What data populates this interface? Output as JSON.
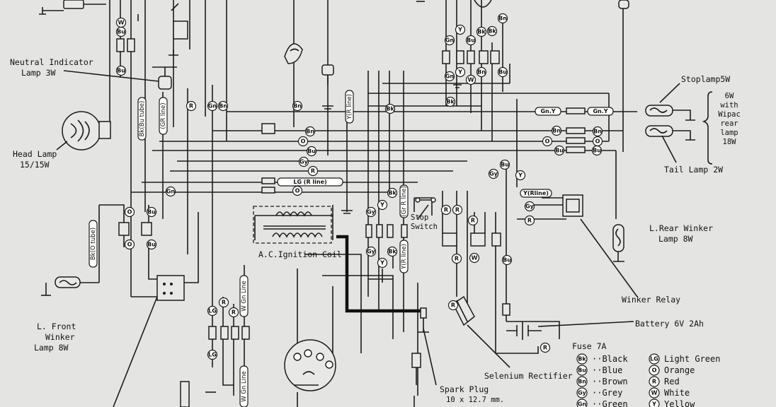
{
  "labels": {
    "neutral_indicator": [
      "Neutral Indicator",
      "Lamp 3W"
    ],
    "head_lamp": [
      "Head Lamp",
      "15/15W"
    ],
    "stop_lamp": "Stoplamp5W",
    "wipac_note": [
      "6W",
      "with",
      "Wipac",
      "rear",
      "lamp",
      "18W"
    ],
    "tail_lamp": "Tail Lamp 2W",
    "rear_winker": [
      "L.Rear Winker",
      "Lamp 8W"
    ],
    "front_winker": [
      "L. Front",
      "Winker",
      "Lamp 8W"
    ],
    "ignition_coil": "A.C.Ignition Coil",
    "stop_switch": [
      "Stop",
      "Switch"
    ],
    "winker_relay": "Winker Relay",
    "battery": "Battery 6V 2Ah",
    "fuse": "Fuse 7A",
    "selenium_rectifier": "Selenium Rectifier",
    "spark_plug": [
      "Spark Plug",
      "10  x 12.7 mm."
    ]
  },
  "wire_tags": {
    "gn_y": "Gn.Y",
    "lg_r_line": "LG (R line)",
    "y_r_line": "Y(Rline)",
    "bk_bu_tube": "Bk(Bu tube)",
    "gr_r_line": "(GR line)",
    "y_r_line_v": "Y(R line)",
    "w_gn_line": "W Gn Line",
    "bk_o_tube": "Bk(O tube)",
    "gr_line2": "(Gr R line)",
    "y_line3": "Y(R line)"
  },
  "color_key": [
    {
      "code": "Bk",
      "name": "Black"
    },
    {
      "code": "Bu",
      "name": "Blue"
    },
    {
      "code": "Bn",
      "name": "Brown"
    },
    {
      "code": "Gy",
      "name": "Grey"
    },
    {
      "code": "Gn",
      "name": "Green"
    },
    {
      "code": "LG",
      "name": "Light Green"
    },
    {
      "code": "O",
      "name": "Orange"
    },
    {
      "code": "R",
      "name": "Red"
    },
    {
      "code": "W",
      "name": "White"
    },
    {
      "code": "Y",
      "name": "Yellow"
    }
  ]
}
